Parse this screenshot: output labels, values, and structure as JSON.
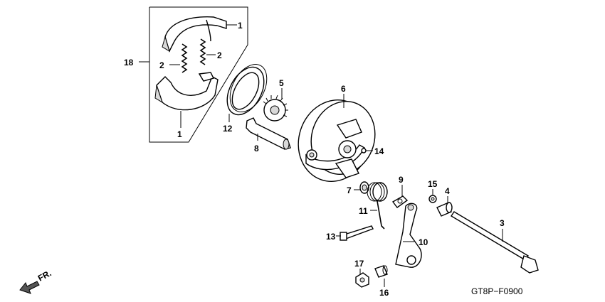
{
  "diagram": {
    "code": "GT8P−F0900",
    "front_label": "FR.",
    "callouts": [
      {
        "id": "c1a",
        "text": "1"
      },
      {
        "id": "c2a",
        "text": "2"
      },
      {
        "id": "c2b",
        "text": "2"
      },
      {
        "id": "c18",
        "text": "18"
      },
      {
        "id": "c1b",
        "text": "1"
      },
      {
        "id": "c12",
        "text": "12"
      },
      {
        "id": "c5",
        "text": "5"
      },
      {
        "id": "c8",
        "text": "8"
      },
      {
        "id": "c6",
        "text": "6"
      },
      {
        "id": "c14",
        "text": "14"
      },
      {
        "id": "c7",
        "text": "7"
      },
      {
        "id": "c9",
        "text": "9"
      },
      {
        "id": "c11",
        "text": "11"
      },
      {
        "id": "c15",
        "text": "15"
      },
      {
        "id": "c4",
        "text": "4"
      },
      {
        "id": "c3",
        "text": "3"
      },
      {
        "id": "c13",
        "text": "13"
      },
      {
        "id": "c10",
        "text": "10"
      },
      {
        "id": "c17",
        "text": "17"
      },
      {
        "id": "c16",
        "text": "16"
      }
    ]
  }
}
